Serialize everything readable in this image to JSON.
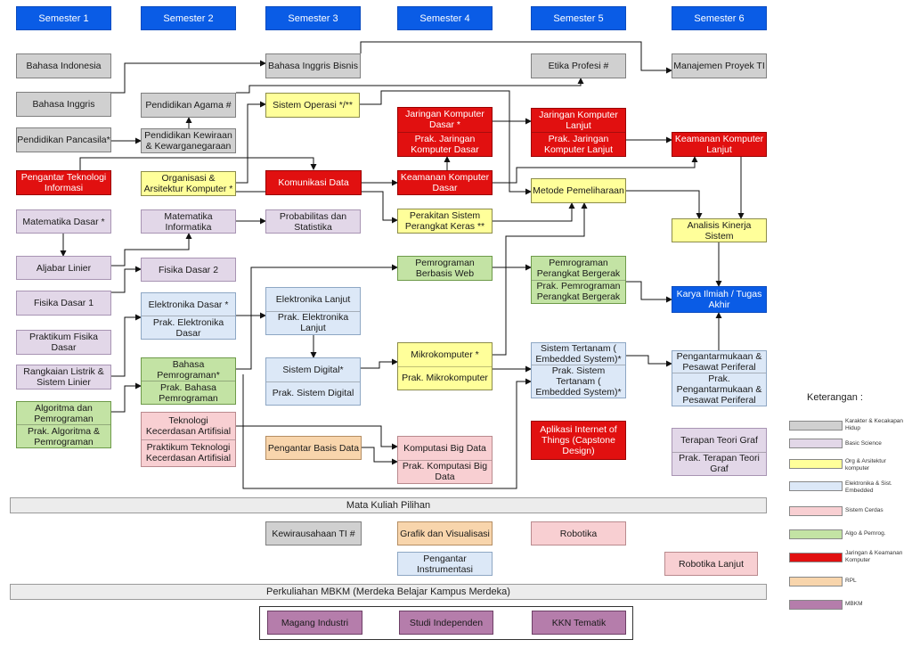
{
  "semesters": [
    "Semester 1",
    "Semester 2",
    "Semester 3",
    "Semester 4",
    "Semester 5",
    "Semester 6"
  ],
  "courses": {
    "bahasa_indonesia": "Bahasa Indonesia",
    "bahasa_inggris": "Bahasa Inggris",
    "pendidikan_pancasila": "Pendidikan Pancasila*",
    "pengantar_ti": "Pengantar Teknologi Informasi",
    "matematika_dasar": "Matematika Dasar *",
    "aljabar_linier": "Aljabar Linier",
    "fisika_dasar_1": "Fisika Dasar 1",
    "praktikum_fisika_dasar": "Praktikum Fisika Dasar",
    "rangkaian_listrik": "Rangkaian Listrik & Sistem Linier",
    "algoritma": "Algoritma dan Pemrograman",
    "prak_algoritma": "Prak. Algoritma & Pemrograman",
    "pendidikan_agama": "Pendidikan Agama #",
    "pendidikan_kewiraan": "Pendidikan Kewiraan & Kewarganegaraan",
    "organisasi_arsitektur": "Organisasi & Arsitektur Komputer *",
    "matematika_informatika": "Matematika Informatika",
    "fisika_dasar_2": "Fisika Dasar 2",
    "elektronika_dasar": "Elektronika Dasar *",
    "prak_elektronika_dasar": "Prak. Elektronika Dasar",
    "bahasa_pemrograman": "Bahasa Pemrograman*",
    "prak_bahasa_pemrograman": "Prak. Bahasa Pemrograman",
    "teknologi_kecerdasan": "Teknologi Kecerdasan Artifisial",
    "prak_teknologi_kecerdasan": "Praktikum Teknologi Kecerdasan Artifisial",
    "bahasa_inggris_bisnis": "Bahasa Inggris Bisnis",
    "sistem_operasi": "Sistem Operasi */**",
    "komunikasi_data": "Komunikasi Data",
    "probabilitas": "Probabilitas dan Statistika",
    "elektronika_lanjut": "Elektronika Lanjut",
    "prak_elektronika_lanjut": "Prak. Elektronika Lanjut",
    "sistem_digital": "Sistem Digital*",
    "prak_sistem_digital": "Prak. Sistem Digital",
    "pengantar_basis_data": "Pengantar Basis Data",
    "jarkom_dasar": "Jaringan Komputer Dasar *",
    "prak_jarkom_dasar": "Prak. Jaringan Komputer Dasar",
    "keamanan_komputer_dasar": "Keamanan Komputer Dasar",
    "perakitan_sistem": "Perakitan Sistem Perangkat Keras **",
    "pemrograman_web": "Pemrograman Berbasis Web",
    "mikrokomputer": "Mikrokomputer *",
    "prak_mikrokomputer": "Prak. Mikrokomputer",
    "komputasi_big_data": "Komputasi Big Data",
    "prak_komputasi_big_data": "Prak. Komputasi Big Data",
    "etika_profesi": "Etika Profesi #",
    "jarkom_lanjut": "Jaringan Komputer Lanjut",
    "prak_jarkom_lanjut": "Prak. Jaringan Komputer Lanjut",
    "metode_pemeliharaan": "Metode Pemeliharaan",
    "pemrograman_perangkat_bergerak": "Pemrograman Perangkat Bergerak",
    "prak_pemrograman_perangkat_bergerak": "Prak. Pemrograman Perangkat Bergerak",
    "sistem_tertanam": "Sistem Tertanam ( Embedded System)*",
    "prak_sistem_tertanam": "Prak. Sistem Tertanam ( Embedded System)*",
    "aplikasi_iot": "Aplikasi Internet of Things (Capstone Design)",
    "manajemen_proyek": "Manajemen Proyek TI",
    "keamanan_komputer_lanjut": "Keamanan Komputer Lanjut",
    "analisis_kinerja": "Analisis Kinerja Sistem",
    "karya_ilmiah": "Karya Ilmiah / Tugas Akhir",
    "pengantarmukaan": "Pengantarmukaan & Pesawat Periferal",
    "prak_pengantarmukaan": "Prak. Pengantarmukaan & Pesawat Periferal",
    "terapan_teori_graf": "Terapan Teori Graf",
    "prak_terapan_teori_graf": "Prak. Terapan Teori Graf"
  },
  "electives": {
    "title": "Mata Kuliah Pilihan",
    "kewirausahaan": "Kewirausahaan TI #",
    "grafik": "Grafik dan Visualisasi",
    "robotika": "Robotika",
    "pengantar_instrumentasi": "Pengantar Instrumentasi",
    "robotika_lanjut": "Robotika Lanjut"
  },
  "mbkm": {
    "title": "Perkuliahan MBKM (Merdeka Belajar Kampus Merdeka)",
    "magang": "Magang Industri",
    "studi": "Studi Independen",
    "kkn": "KKN Tematik"
  },
  "legend": {
    "title": "Keterangan :",
    "items": [
      {
        "label": "Karakter & Kecakapan Hidup",
        "color": "#d0d0d0"
      },
      {
        "label": "Basic Science",
        "color": "#e2d7e8"
      },
      {
        "label": "Org & Arsitektur komputer",
        "color": "#ffff9a"
      },
      {
        "label": "Elektronika & Sist. Embedded",
        "color": "#dce8f7"
      },
      {
        "label": "Sistem Cerdas",
        "color": "#f8cfd2"
      },
      {
        "label": "Algo & Pemrog.",
        "color": "#c3e3a4"
      },
      {
        "label": "Jaringan & Keamanan Komputer",
        "color": "#e11010"
      },
      {
        "label": "RPL",
        "color": "#f8d5ac"
      },
      {
        "label": "MBKM",
        "color": "#b57dab"
      }
    ]
  }
}
